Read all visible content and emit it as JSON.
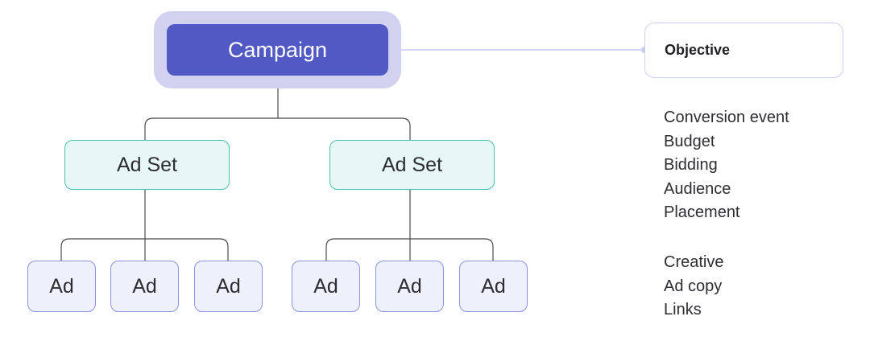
{
  "campaign": {
    "label": "Campaign"
  },
  "ad_sets": [
    {
      "label": "Ad Set",
      "ads": [
        "Ad",
        "Ad",
        "Ad"
      ]
    },
    {
      "label": "Ad Set",
      "ads": [
        "Ad",
        "Ad",
        "Ad"
      ]
    }
  ],
  "objective": {
    "label": "Objective"
  },
  "adset_settings": [
    "Conversion event",
    "Budget",
    "Bidding",
    "Audience",
    "Placement"
  ],
  "ad_settings": [
    "Creative",
    "Ad copy",
    "Links"
  ],
  "colors": {
    "campaign_fill": "#5159c4",
    "campaign_halo": "#d2d2f0",
    "adset_fill": "#e6f7f5",
    "adset_border": "#49c3b4",
    "ad_fill": "#eef0fb",
    "ad_border": "#8d93e4",
    "objective_border": "#cdd0f2",
    "connector": "#4a4a4a",
    "objective_connector": "#c6c9ef"
  }
}
